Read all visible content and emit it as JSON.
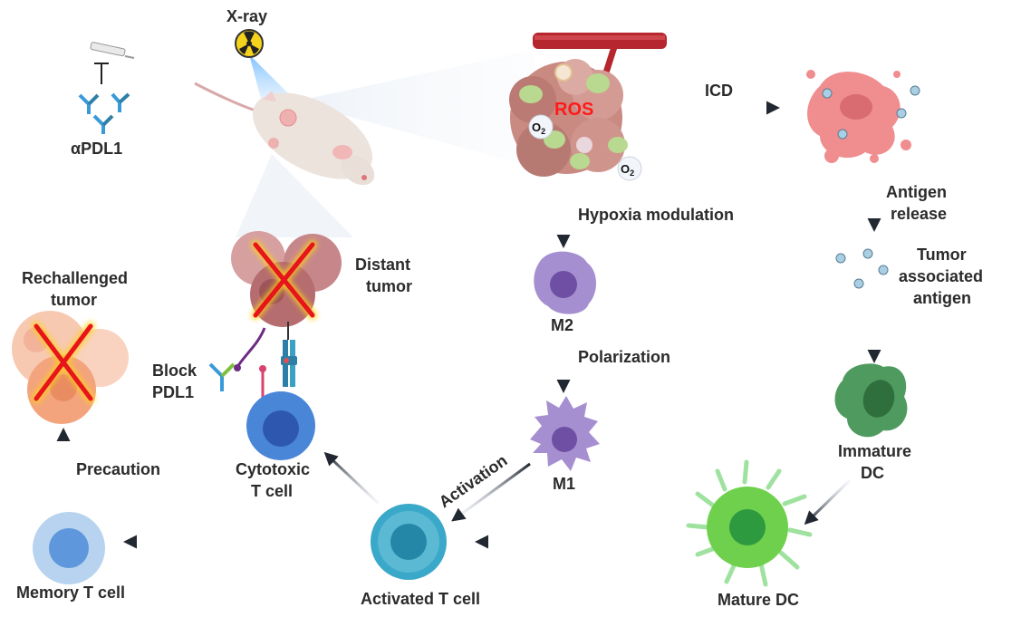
{
  "labels": {
    "xray": "X-ray",
    "apdl1": "αPDL1",
    "ros": "ROS",
    "o2": "O",
    "o2_sub": "2",
    "icd": "ICD",
    "antigen_release_1": "Antigen",
    "antigen_release_2": "release",
    "hypoxia": "Hypoxia modulation",
    "m2": "M2",
    "tumor_assoc_1": "Tumor",
    "tumor_assoc_2": "associated",
    "tumor_assoc_3": "antigen",
    "distant_1": "Distant",
    "distant_2": "tumor",
    "rechallenged_1": "Rechallenged",
    "rechallenged_2": "tumor",
    "polarization": "Polarization",
    "block_1": "Block",
    "block_2": "PDL1",
    "immature_1": "Immature",
    "immature_2": "DC",
    "m1": "M1",
    "cytotoxic_1": "Cytotoxic",
    "cytotoxic_2": "T cell",
    "activation": "Activation",
    "precaution": "Precaution",
    "memory": "Memory T cell",
    "activated": "Activated T cell",
    "mature": "Mature DC"
  },
  "colors": {
    "arrow": "#222831",
    "cross": "#e8141b",
    "cross_glow": "#ffd21f",
    "tumor": "#c98a82",
    "necrotic": "#ef8d8f",
    "macrophage": "#a58fd0",
    "immature_dc": "#4f9a5f",
    "mature_dc": "#6fd04e",
    "tcell": "#4a86d8",
    "activated_tcell": "#3aa8c9",
    "memory_tcell": "#8ab8e6",
    "vessel": "#b5262e"
  }
}
